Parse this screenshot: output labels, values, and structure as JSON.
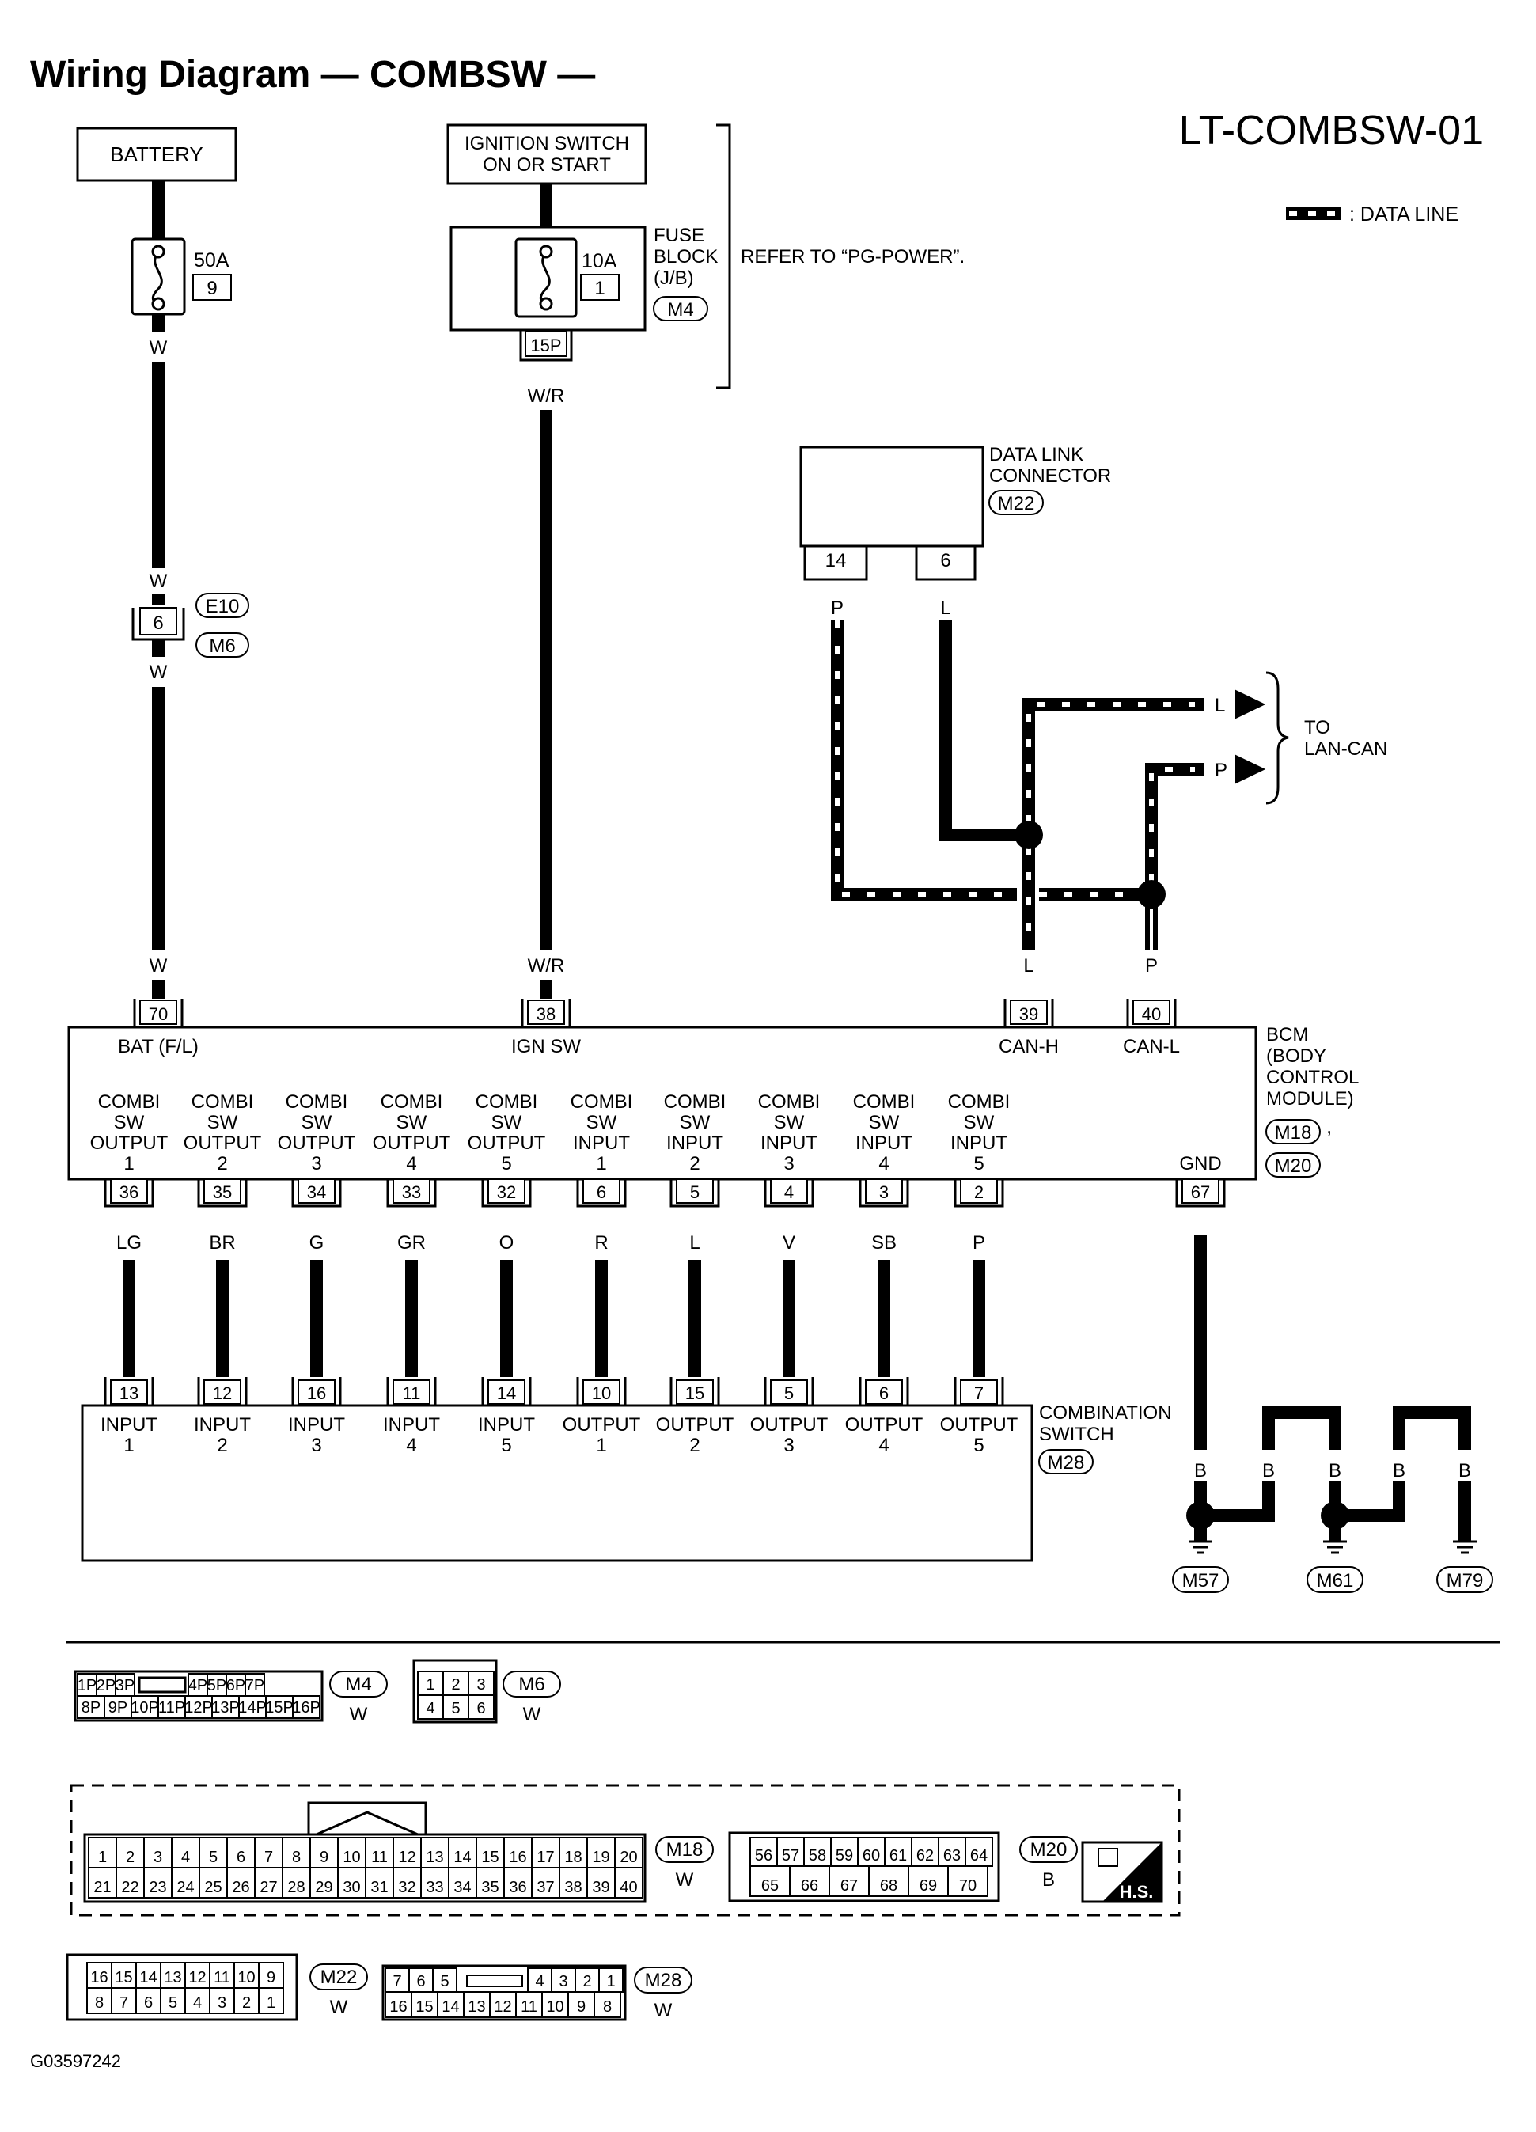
{
  "title": "Wiring Diagram — COMBSW —",
  "diagram_id": "LT-COMBSW-01",
  "figure_code": "G03597242",
  "legend": {
    "data_line": ": DATA LINE"
  },
  "power": {
    "battery": "BATTERY",
    "ignition": [
      "IGNITION SWITCH",
      "ON OR START"
    ],
    "fuse_50a": "50A",
    "fuse_50a_no": "9",
    "fuse_10a": "10A",
    "fuse_10a_no": "1",
    "fuse_block": [
      "FUSE",
      "BLOCK",
      "(J/B)"
    ],
    "fuse_block_conn": "M4",
    "fuse_block_pin": "15P",
    "refer": "REFER TO “PG-POWER”.",
    "wire_w": "W",
    "wire_wr": "W/R"
  },
  "joint": {
    "pin": "6",
    "conn_a": "E10",
    "conn_b": "M6"
  },
  "dlc": {
    "label": [
      "DATA LINK",
      "CONNECTOR"
    ],
    "conn": "M22",
    "pin_p": "14",
    "pin_l": "6",
    "wire_p": "P",
    "wire_l": "L"
  },
  "lan": {
    "label": [
      "TO",
      "LAN-CAN"
    ],
    "l": "L",
    "p": "P"
  },
  "bcm": {
    "label": [
      "BCM",
      "(BODY",
      "CONTROL",
      "MODULE)"
    ],
    "conn_a": "M18",
    "conn_sep": ",",
    "conn_b": "M20",
    "top": [
      {
        "pin": "70",
        "name": "BAT (F/L)",
        "wire": "W"
      },
      {
        "pin": "38",
        "name": "IGN SW",
        "wire": "W/R"
      },
      {
        "pin": "39",
        "name": "CAN-H",
        "wire": "L"
      },
      {
        "pin": "40",
        "name": "CAN-L",
        "wire": "P"
      }
    ],
    "bottom": [
      {
        "pin": "36",
        "l1": "COMBI",
        "l2": "SW",
        "l3": "OUTPUT",
        "l4": "1",
        "wire": "LG"
      },
      {
        "pin": "35",
        "l1": "COMBI",
        "l2": "SW",
        "l3": "OUTPUT",
        "l4": "2",
        "wire": "BR"
      },
      {
        "pin": "34",
        "l1": "COMBI",
        "l2": "SW",
        "l3": "OUTPUT",
        "l4": "3",
        "wire": "G"
      },
      {
        "pin": "33",
        "l1": "COMBI",
        "l2": "SW",
        "l3": "OUTPUT",
        "l4": "4",
        "wire": "GR"
      },
      {
        "pin": "32",
        "l1": "COMBI",
        "l2": "SW",
        "l3": "OUTPUT",
        "l4": "5",
        "wire": "O"
      },
      {
        "pin": "6",
        "l1": "COMBI",
        "l2": "SW",
        "l3": "INPUT",
        "l4": "1",
        "wire": "R"
      },
      {
        "pin": "5",
        "l1": "COMBI",
        "l2": "SW",
        "l3": "INPUT",
        "l4": "2",
        "wire": "L"
      },
      {
        "pin": "4",
        "l1": "COMBI",
        "l2": "SW",
        "l3": "INPUT",
        "l4": "3",
        "wire": "V"
      },
      {
        "pin": "3",
        "l1": "COMBI",
        "l2": "SW",
        "l3": "INPUT",
        "l4": "4",
        "wire": "SB"
      },
      {
        "pin": "2",
        "l1": "COMBI",
        "l2": "SW",
        "l3": "INPUT",
        "l4": "5",
        "wire": "P"
      }
    ],
    "gnd": {
      "pin": "67",
      "name": "GND",
      "wire": "B"
    }
  },
  "combsw": {
    "label": [
      "COMBINATION",
      "SWITCH"
    ],
    "conn": "M28",
    "pins": [
      {
        "pin": "13",
        "l1": "INPUT",
        "l2": "1"
      },
      {
        "pin": "12",
        "l1": "INPUT",
        "l2": "2"
      },
      {
        "pin": "16",
        "l1": "INPUT",
        "l2": "3"
      },
      {
        "pin": "11",
        "l1": "INPUT",
        "l2": "4"
      },
      {
        "pin": "14",
        "l1": "INPUT",
        "l2": "5"
      },
      {
        "pin": "10",
        "l1": "OUTPUT",
        "l2": "1"
      },
      {
        "pin": "15",
        "l1": "OUTPUT",
        "l2": "2"
      },
      {
        "pin": "5",
        "l1": "OUTPUT",
        "l2": "3"
      },
      {
        "pin": "6",
        "l1": "OUTPUT",
        "l2": "4"
      },
      {
        "pin": "7",
        "l1": "OUTPUT",
        "l2": "5"
      }
    ]
  },
  "grounds": {
    "wire": "B",
    "g1": "M57",
    "g2": "M61",
    "g3": "M79"
  },
  "connectors": {
    "m4": {
      "name": "M4",
      "color": "W",
      "top": [
        "1P",
        "2P",
        "3P",
        "4P",
        "5P",
        "6P",
        "7P"
      ],
      "bottom": [
        "8P",
        "9P",
        "10P",
        "11P",
        "12P",
        "13P",
        "14P",
        "15P",
        "16P"
      ]
    },
    "m6": {
      "name": "M6",
      "color": "W",
      "top": [
        "1",
        "2",
        "3"
      ],
      "bottom": [
        "4",
        "5",
        "6"
      ]
    },
    "m18": {
      "name": "M18",
      "color": "W",
      "top": [
        "1",
        "2",
        "3",
        "4",
        "5",
        "6",
        "7",
        "8",
        "9",
        "10",
        "11",
        "12",
        "13",
        "14",
        "15",
        "16",
        "17",
        "18",
        "19",
        "20"
      ],
      "bottom": [
        "21",
        "22",
        "23",
        "24",
        "25",
        "26",
        "27",
        "28",
        "29",
        "30",
        "31",
        "32",
        "33",
        "34",
        "35",
        "36",
        "37",
        "38",
        "39",
        "40"
      ]
    },
    "m20": {
      "name": "M20",
      "color": "B",
      "top": [
        "56",
        "57",
        "58",
        "59",
        "60",
        "61",
        "62",
        "63",
        "64"
      ],
      "bottom": [
        "65",
        "66",
        "67",
        "68",
        "69",
        "70"
      ]
    },
    "hs": "H.S.",
    "m22": {
      "name": "M22",
      "color": "W",
      "top": [
        "16",
        "15",
        "14",
        "13",
        "12",
        "11",
        "10",
        "9"
      ],
      "bottom": [
        "8",
        "7",
        "6",
        "5",
        "4",
        "3",
        "2",
        "1"
      ]
    },
    "m28": {
      "name": "M28",
      "color": "W",
      "top": [
        "7",
        "6",
        "5",
        "4",
        "3",
        "2",
        "1"
      ],
      "bottom": [
        "16",
        "15",
        "14",
        "13",
        "12",
        "11",
        "10",
        "9",
        "8"
      ]
    }
  }
}
